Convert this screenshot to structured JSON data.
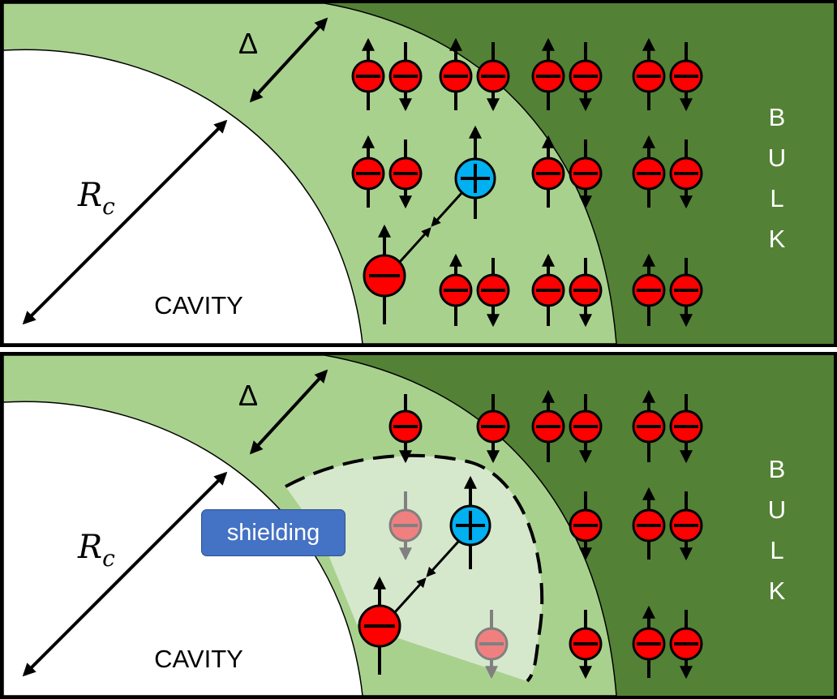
{
  "colors": {
    "bulk": "#538135",
    "shell": "#a9d18e",
    "shield_zone": "#d6e8cc",
    "cavity": "#ffffff",
    "electron": "#ff0000",
    "faded_electron": "#f08080",
    "hole": "#00b0f0",
    "badge": "#4472c4"
  },
  "top_panel": {
    "delta_label": "Δ",
    "radius_label": "R",
    "radius_sub": "c",
    "cavity_label": "CAVITY",
    "bulk_letters": [
      "B",
      "U",
      "L",
      "K"
    ]
  },
  "bottom_panel": {
    "delta_label": "Δ",
    "radius_label": "R",
    "radius_sub": "c",
    "cavity_label": "CAVITY",
    "bulk_letters": [
      "B",
      "U",
      "L",
      "K"
    ],
    "shielding_label": "shielding"
  }
}
